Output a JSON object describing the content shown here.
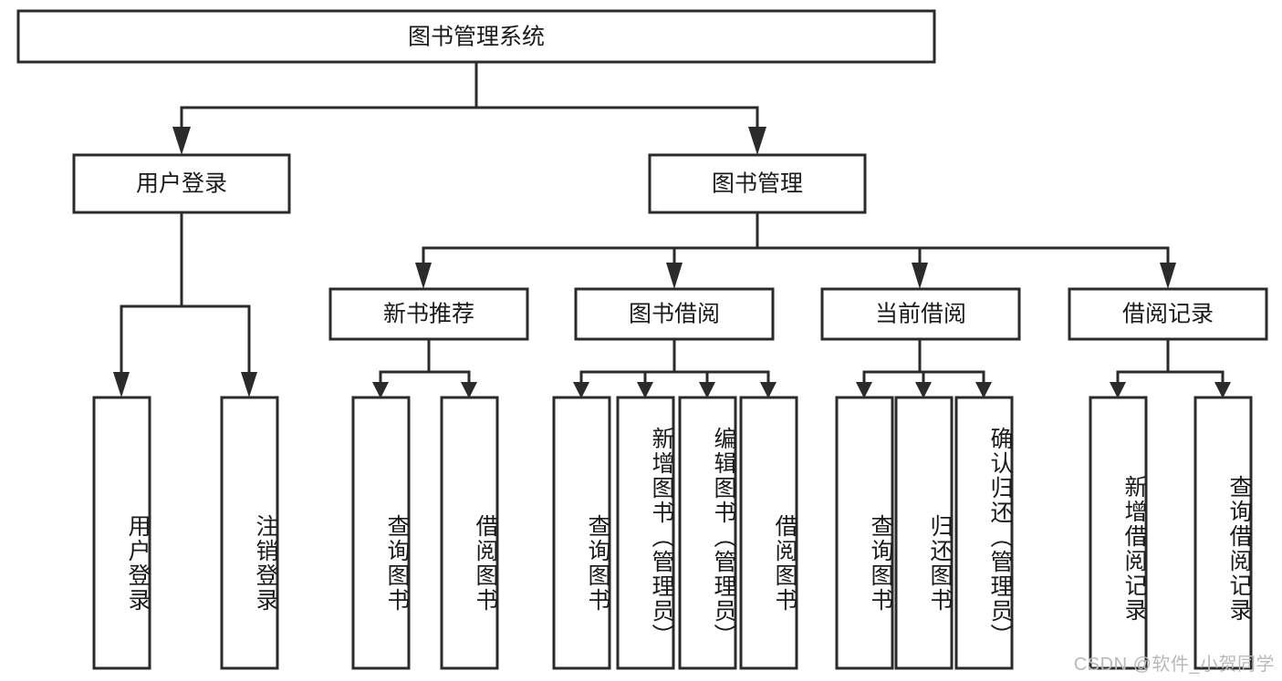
{
  "diagram": {
    "title": "图书管理系统",
    "type": "tree",
    "root": {
      "id": "root",
      "label": "图书管理系统",
      "orientation": "horizontal"
    },
    "level2": [
      {
        "id": "user-login",
        "label": "用户登录",
        "orientation": "horizontal"
      },
      {
        "id": "book-manage",
        "label": "图书管理",
        "orientation": "horizontal"
      }
    ],
    "level3": [
      {
        "id": "new-book-rec",
        "label": "新书推荐",
        "parent": "book-manage",
        "orientation": "horizontal"
      },
      {
        "id": "book-borrow",
        "label": "图书借阅",
        "parent": "book-manage",
        "orientation": "horizontal"
      },
      {
        "id": "current-borrow",
        "label": "当前借阅",
        "parent": "book-manage",
        "orientation": "horizontal"
      },
      {
        "id": "borrow-record",
        "label": "借阅记录",
        "parent": "book-manage",
        "orientation": "horizontal"
      }
    ],
    "leaves": [
      {
        "id": "leaf-user-login",
        "label": "用户登录",
        "parent": "user-login",
        "orientation": "vertical"
      },
      {
        "id": "leaf-user-logout",
        "label": "注销登录",
        "parent": "user-login",
        "orientation": "vertical"
      },
      {
        "id": "leaf-query-book-1",
        "label": "查询图书",
        "parent": "new-book-rec",
        "orientation": "vertical"
      },
      {
        "id": "leaf-borrow-book-1",
        "label": "借阅图书",
        "parent": "new-book-rec",
        "orientation": "vertical"
      },
      {
        "id": "leaf-query-book-2",
        "label": "查询图书",
        "parent": "book-borrow",
        "orientation": "vertical"
      },
      {
        "id": "leaf-add-book",
        "label": "新增图书（管理员）",
        "parent": "book-borrow",
        "orientation": "vertical"
      },
      {
        "id": "leaf-edit-book",
        "label": "编辑图书（管理员）",
        "parent": "book-borrow",
        "orientation": "vertical"
      },
      {
        "id": "leaf-borrow-book-2",
        "label": "借阅图书",
        "parent": "book-borrow",
        "orientation": "vertical"
      },
      {
        "id": "leaf-query-book-3",
        "label": "查询图书",
        "parent": "current-borrow",
        "orientation": "vertical"
      },
      {
        "id": "leaf-return-book",
        "label": "归还图书",
        "parent": "current-borrow",
        "orientation": "vertical"
      },
      {
        "id": "leaf-confirm-return",
        "label": "确认归还（管理员）",
        "parent": "current-borrow",
        "orientation": "vertical"
      },
      {
        "id": "leaf-add-record",
        "label": "新增借阅记录",
        "parent": "borrow-record",
        "orientation": "vertical"
      },
      {
        "id": "leaf-query-record",
        "label": "查询借阅记录",
        "parent": "borrow-record",
        "orientation": "vertical"
      }
    ],
    "colors": {
      "stroke": "#2b2b2b",
      "fill": "#ffffff",
      "text": "#1b1b1b",
      "watermark": "#b9b9b9",
      "background": "#ffffff"
    }
  },
  "watermark": {
    "text": "CSDN @软件_小贺同学"
  }
}
